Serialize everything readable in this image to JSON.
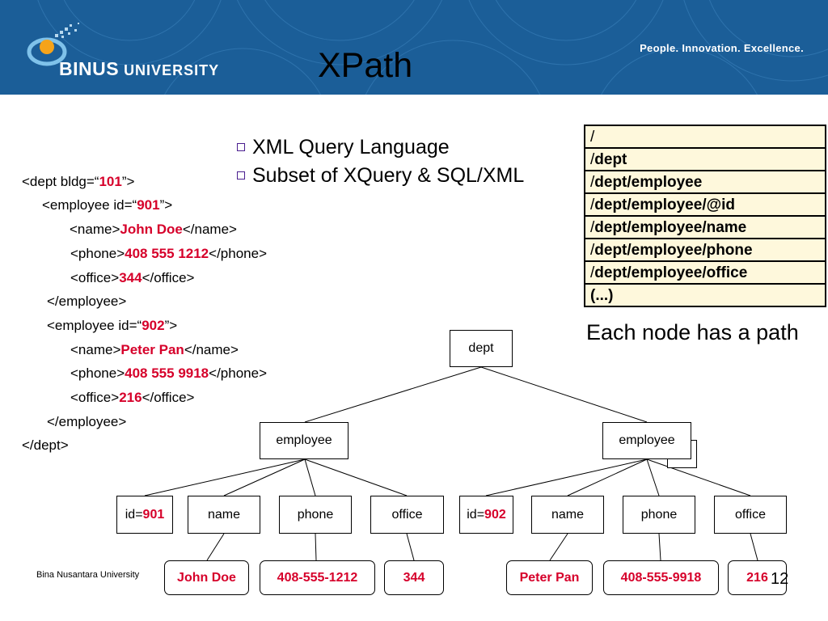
{
  "header": {
    "logo_main": "BINUS",
    "logo_sub": "UNIVERSITY",
    "slogan": "People. Innovation. Excellence.",
    "background_color": "#1b5e98"
  },
  "title": "XPath",
  "bullets": [
    "XML Query Language",
    "Subset of XQuery & SQL/XML"
  ],
  "xml_lines": [
    {
      "pre": "<dept bldg=“",
      "val": "101",
      "post": "”>"
    },
    {
      "pre": "<employee id=“",
      "val": "901",
      "post": "”>"
    },
    {
      "pre": "<name>",
      "val": "John Doe",
      "post": "</name>"
    },
    {
      "pre": "<phone>",
      "val": "408 555 1212",
      "post": "</phone>"
    },
    {
      "pre": "<office>",
      "val": "344",
      "post": "</office>"
    },
    {
      "pre": "</employee>",
      "val": "",
      "post": ""
    },
    {
      "pre": "<employee id=“",
      "val": "902",
      "post": "”>"
    },
    {
      "pre": "<name>",
      "val": "Peter Pan",
      "post": "</name>"
    },
    {
      "pre": "<phone>",
      "val": "408 555 9918",
      "post": "</phone>"
    },
    {
      "pre": "<office>",
      "val": "216",
      "post": "</office>"
    },
    {
      "pre": "</employee>",
      "val": "",
      "post": ""
    },
    {
      "pre": "</dept>",
      "val": "",
      "post": ""
    }
  ],
  "paths": [
    {
      "pre": "/",
      "bold": ""
    },
    {
      "pre": "/",
      "bold": "dept"
    },
    {
      "pre": "/",
      "bold": "dept/employee"
    },
    {
      "pre": "/",
      "bold": "dept/employee/@id"
    },
    {
      "pre": "/",
      "bold": "dept/employee/name"
    },
    {
      "pre": "/",
      "bold": "dept/employee/phone"
    },
    {
      "pre": "/",
      "bold": "dept/employee/office"
    },
    {
      "pre": "",
      "bold": "(...)"
    }
  ],
  "caption": "Each node has a path",
  "tree": {
    "root": "dept",
    "employee_label": "employee",
    "id_prefix": "id=",
    "emp1": {
      "id": "901",
      "children": [
        "name",
        "phone",
        "office"
      ],
      "values": [
        "John Doe",
        "408-555-1212",
        "344"
      ]
    },
    "emp2": {
      "id": "902",
      "children": [
        "name",
        "phone",
        "office"
      ],
      "values": [
        "Peter Pan",
        "408-555-9918",
        "216"
      ]
    }
  },
  "footer": {
    "institution": "Bina Nusantara University",
    "page": "12"
  },
  "colors": {
    "accent_red": "#d6002a",
    "table_bg": "#fef8dc",
    "bullet_purple": "#4a1e8f"
  }
}
